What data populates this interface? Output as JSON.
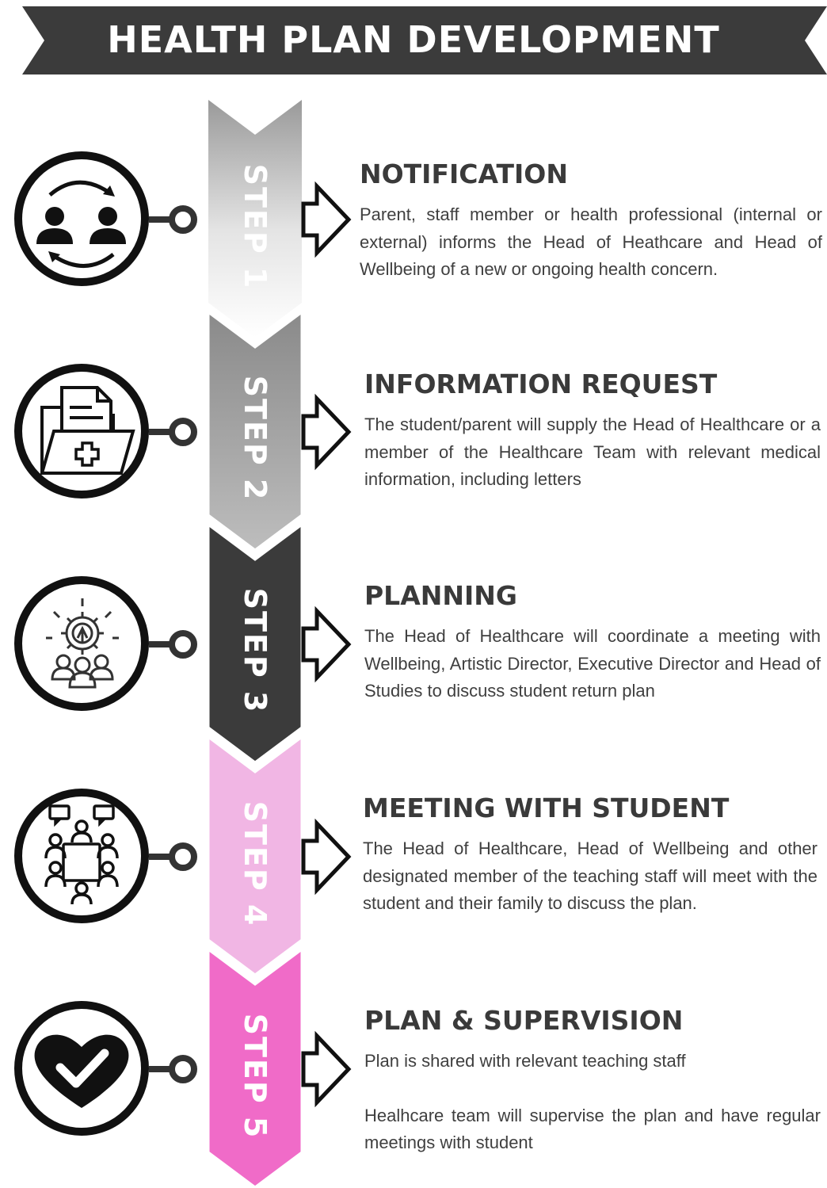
{
  "title": "HEALTH PLAN DEVELOPMENT",
  "colors": {
    "banner": "#3b3b3b",
    "step1": "#d6d6d6",
    "step2": "#9c9c9c",
    "step3": "#3b3b3b",
    "step4": "#f1b6e4",
    "step5": "#f06bc8"
  },
  "steps": [
    {
      "label": "STEP 1",
      "icon": "people-exchange-icon",
      "heading": "NOTIFICATION",
      "paragraphs": [
        "Parent, staff member or health professional (internal or external) informs the Head of Heathcare and Head of Wellbeing of a new or ongoing health concern."
      ]
    },
    {
      "label": "STEP 2",
      "icon": "medical-folder-icon",
      "heading": "INFORMATION REQUEST",
      "paragraphs": [
        "The student/parent will supply  the Head of Healthcare or a member of the Healthcare Team with relevant medical information, including letters"
      ]
    },
    {
      "label": "STEP 3",
      "icon": "team-idea-gear-icon",
      "heading": "PLANNING",
      "paragraphs": [
        "The Head of Healthcare will coordinate a meeting with Wellbeing, Artistic Director, Executive Director and Head of Studies to discuss student return plan"
      ]
    },
    {
      "label": "STEP 4",
      "icon": "meeting-table-icon",
      "heading": "MEETING WITH STUDENT",
      "paragraphs": [
        "The Head of Healthcare, Head of Wellbeing and other designated member of the teaching staff will meet with the student and their family to discuss the plan."
      ]
    },
    {
      "label": "STEP 5",
      "icon": "heart-check-icon",
      "heading": "PLAN & SUPERVISION",
      "paragraphs": [
        "Plan is shared with relevant teaching staff",
        "Healhcare team will supervise the plan and have regular meetings with student"
      ]
    }
  ]
}
